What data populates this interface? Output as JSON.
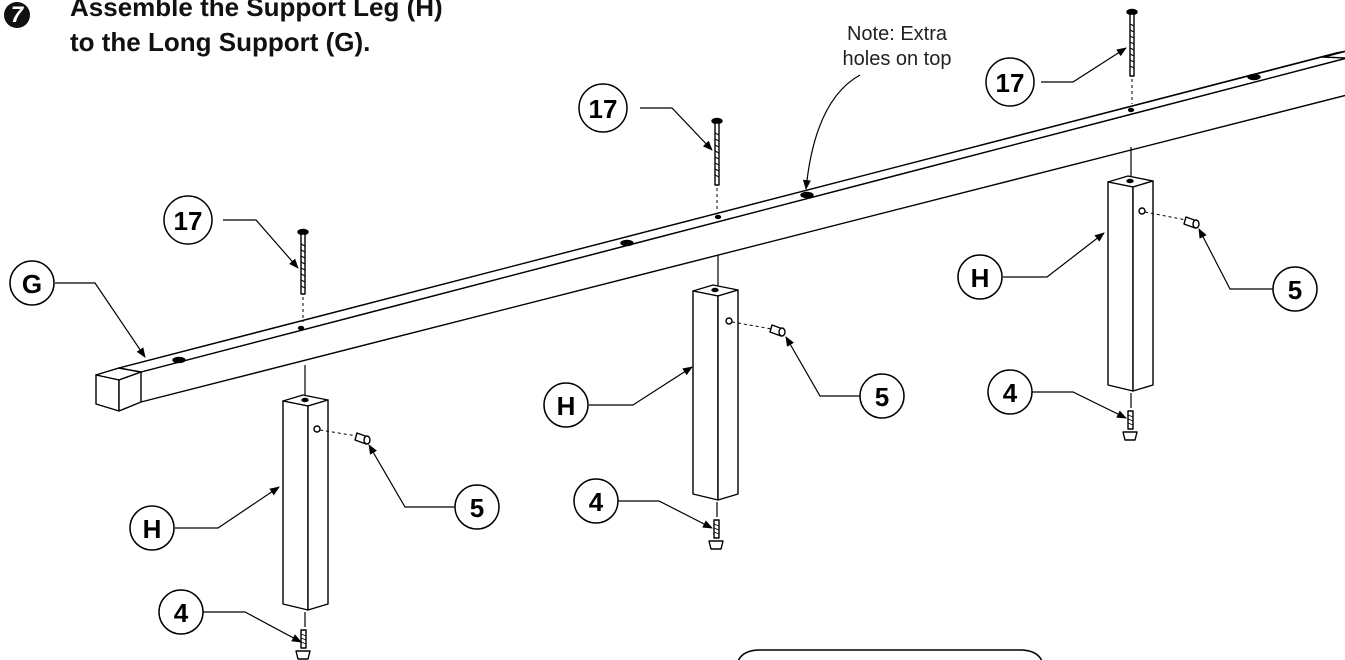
{
  "instruction": {
    "step_number": "7",
    "title_line_1": "Assemble the Support Leg (H)",
    "title_line_2": "to the Long Support (G)."
  },
  "note": {
    "line_1": "Note: Extra",
    "line_2": "holes on top"
  },
  "callouts": {
    "long_support": "G",
    "support_leg": "H",
    "screw": "17",
    "dowel": "5",
    "foot_glide": "4"
  }
}
